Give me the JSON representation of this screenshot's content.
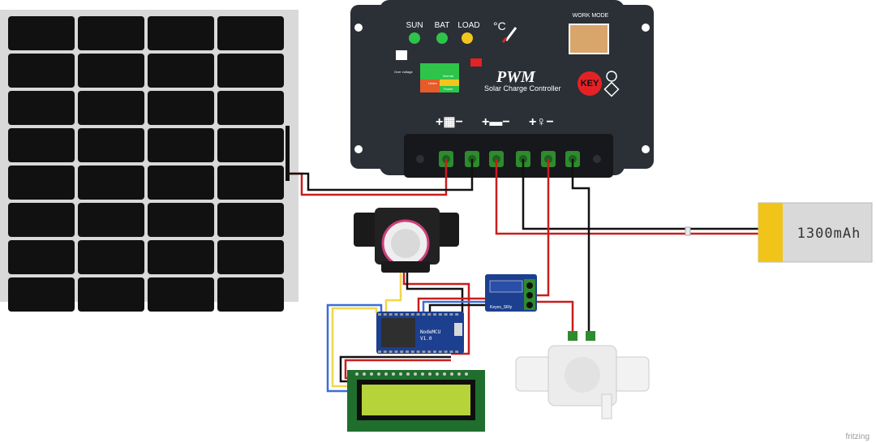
{
  "controller": {
    "led_sun": "SUN",
    "led_bat": "BAT",
    "led_load": "LOAD",
    "temp_unit": "°C",
    "work_mode": "WORK MODE",
    "title": "PWM",
    "subtitle": "Solar Charge Controller",
    "key_label": "KEY",
    "mini_over": "Over voltage",
    "mini_under": "Under",
    "mini_normal": "Normal",
    "mini_power": "Power"
  },
  "battery": {
    "capacity": "1300mAh"
  },
  "nodemcu": {
    "line1": "NodeMCU",
    "line2": "V1.0"
  },
  "relay": {
    "label": "Keyes_SRly"
  },
  "watermark": "fritzing",
  "colors": {
    "panel_cell": "#111111",
    "panel_frame": "#d9d9d9",
    "controller_body": "#2b2f36",
    "terminal_green": "#2e8b2e",
    "wire_red": "#c81e1e",
    "wire_black": "#111111",
    "wire_yellow": "#f2d64b",
    "wire_blue": "#3a6fd8",
    "lcd_screen": "#b6d33a",
    "battery_yellow": "#f0c419"
  }
}
